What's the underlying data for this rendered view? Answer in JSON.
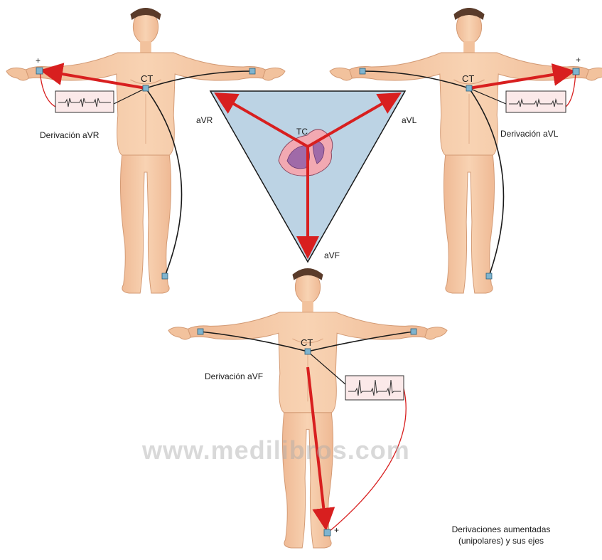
{
  "figure": {
    "colors": {
      "skin": "#f5c9a4",
      "skin_shadow": "#e0a57e",
      "triangle_fill": "#bcd3e4",
      "axis_red": "#d81f1f",
      "wire": "#1a1a1a",
      "electrode": "#7fb4cf",
      "heart_outer": "#f2a9b2",
      "heart_inner": "#a06aa8"
    },
    "icons": [
      "human-figure-icon",
      "heart-icon",
      "ecg-trace-icon",
      "electrode-icon"
    ]
  },
  "labels": {
    "ct_left": "CT",
    "ct_right": "CT",
    "ct_bottom": "CT",
    "plus_left": "+",
    "plus_right": "+",
    "plus_bottom": "+",
    "lead_avr": "Derivación aVR",
    "lead_avl": "Derivación aVL",
    "lead_avf": "Derivación aVF",
    "axis_avr": "aVR",
    "axis_avl": "aVL",
    "axis_avf": "aVF",
    "center": "TC"
  },
  "caption": {
    "line1": "Derivaciones aumentadas",
    "line2": "(unipolares) y sus ejes"
  },
  "watermark": "www.medilibros.com"
}
